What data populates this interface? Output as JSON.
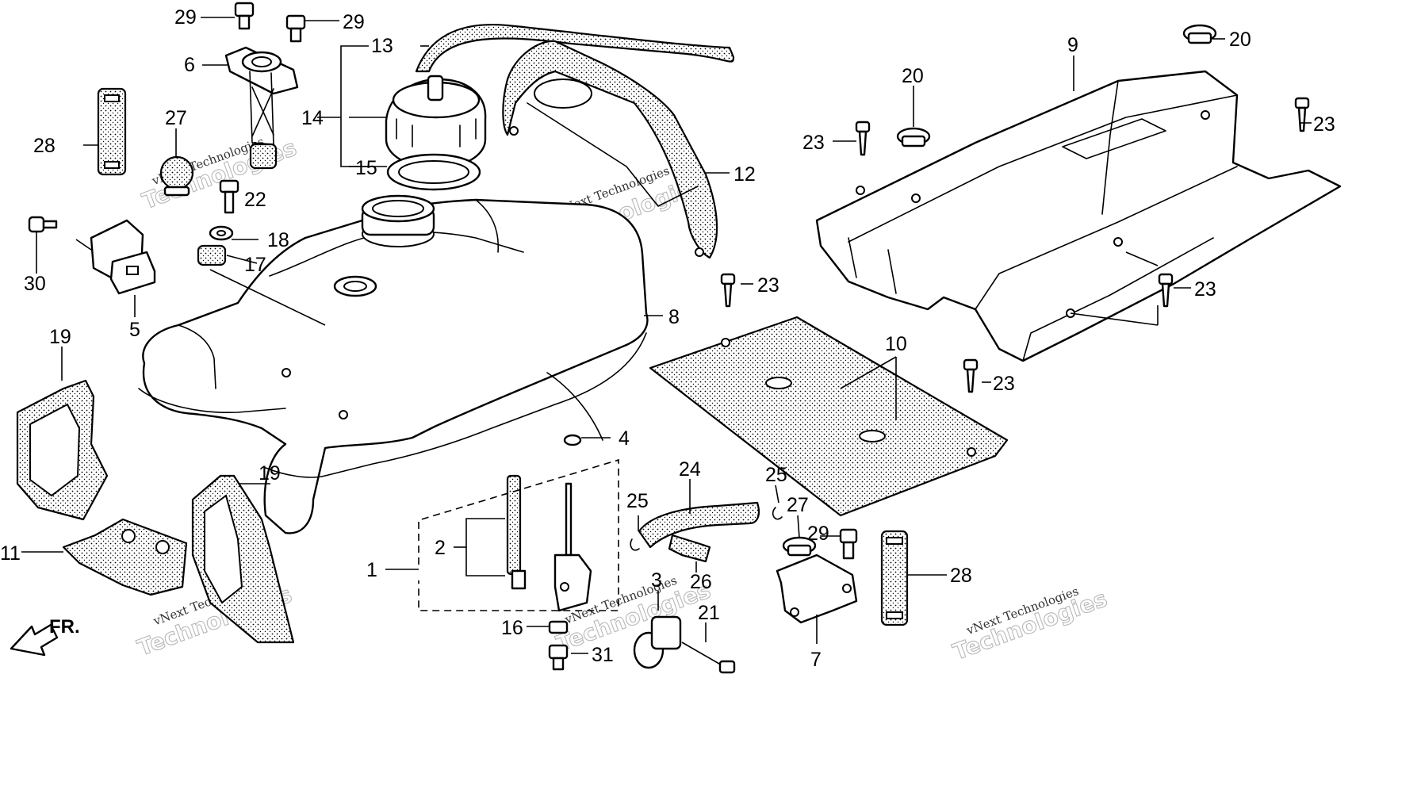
{
  "callouts": {
    "c1": "1",
    "c2": "2",
    "c3": "3",
    "c4": "4",
    "c5": "5",
    "c6": "6",
    "c7": "7",
    "c8": "8",
    "c9": "9",
    "c10": "10",
    "c11": "11",
    "c12": "12",
    "c13": "13",
    "c14": "14",
    "c15": "15",
    "c16": "16",
    "c17": "17",
    "c18": "18",
    "c19a": "19",
    "c19b": "19",
    "c20a": "20",
    "c20b": "20",
    "c21": "21",
    "c22": "22",
    "c23a": "23",
    "c23b": "23",
    "c23c": "23",
    "c23d": "23",
    "c23e": "23",
    "c24": "24",
    "c25a": "25",
    "c25b": "25",
    "c26": "26",
    "c27a": "27",
    "c27b": "27",
    "c28a": "28",
    "c28b": "28",
    "c29a": "29",
    "c29b": "29",
    "c29c": "29",
    "c30": "30",
    "c31": "31"
  },
  "watermark": {
    "line1": "vNext Technologies",
    "line2": "Technologies"
  },
  "direction_label": "FR."
}
